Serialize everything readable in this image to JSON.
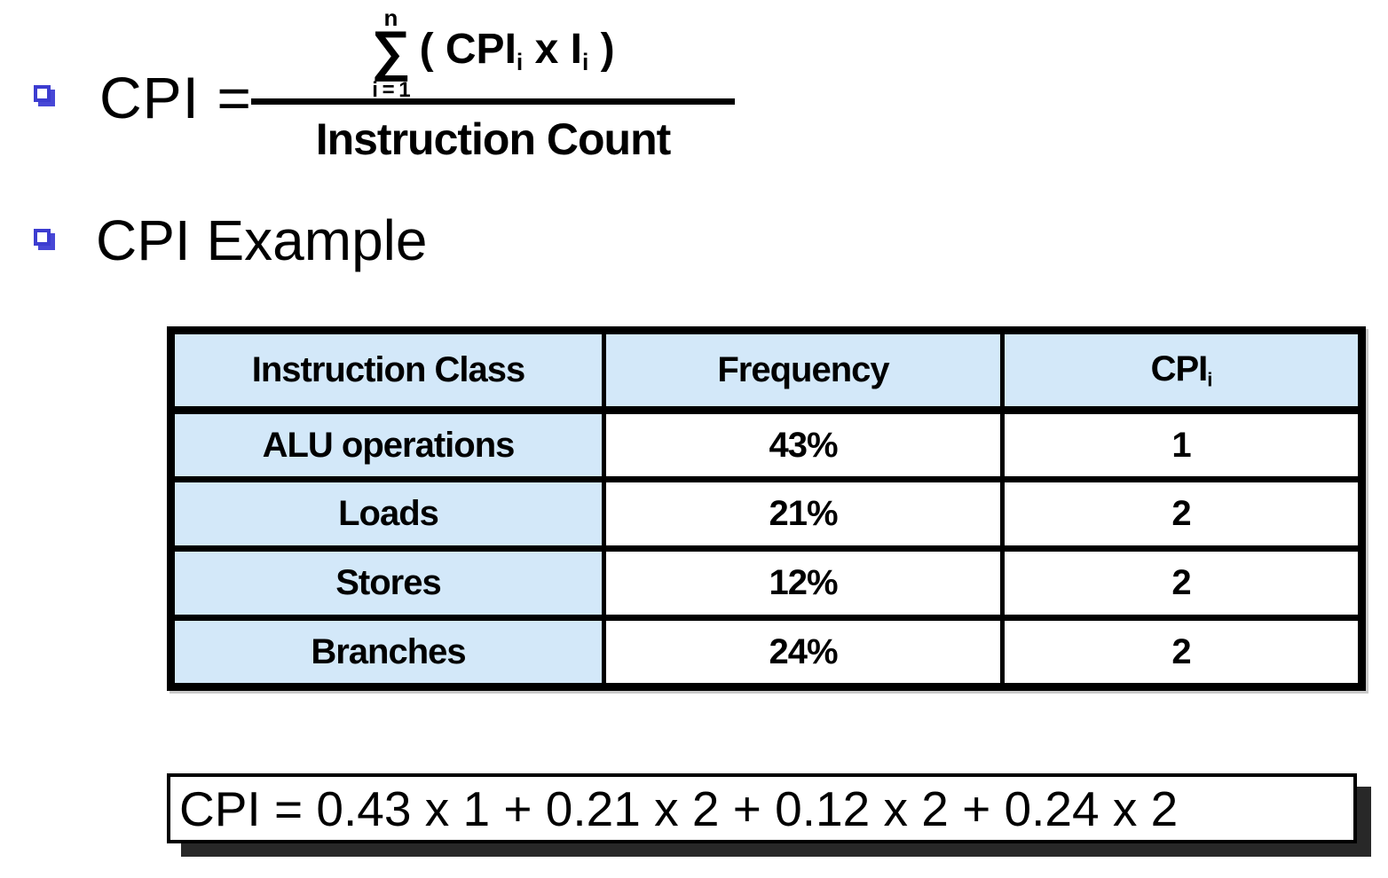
{
  "formula": {
    "lhs": "CPI =",
    "sum_upper": "n",
    "sigma": "∑",
    "sum_lower": "i = 1",
    "expr_prefix": "( CPI",
    "expr_cpi_sub": "i",
    "expr_mid": " x I",
    "expr_i_sub": "i",
    "expr_close": " )",
    "denominator": "Instruction Count"
  },
  "example_heading": "CPI Example",
  "table": {
    "header": {
      "instruction_class": "Instruction Class",
      "frequency": "Frequency",
      "cpi_base": "CPI",
      "cpi_sub": "i"
    },
    "rows": [
      {
        "instruction_class": "ALU operations",
        "frequency": "43%",
        "cpi": "1"
      },
      {
        "instruction_class": "Loads",
        "frequency": "21%",
        "cpi": "2"
      },
      {
        "instruction_class": "Stores",
        "frequency": "12%",
        "cpi": "2"
      },
      {
        "instruction_class": "Branches",
        "frequency": "24%",
        "cpi": "2"
      }
    ]
  },
  "result": {
    "equation": "CPI = 0.43 x 1 + 0.21 x 2 + 0.12 x 2 + 0.24 x 2"
  },
  "colors": {
    "bullet_blue": "#3c3cd0",
    "table_header_bg": "#d3e8f9",
    "box_shadow_dark": "#282828"
  }
}
